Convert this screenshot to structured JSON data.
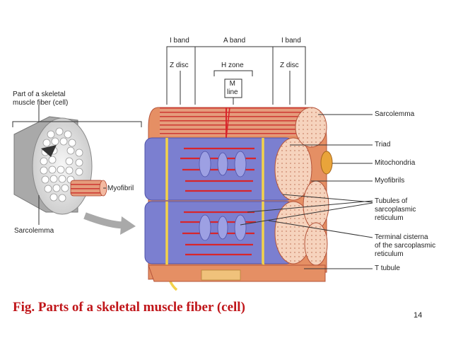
{
  "labels": {
    "i_band_left": "I band",
    "a_band": "A band",
    "i_band_right": "I band",
    "z_disc_left": "Z disc",
    "h_zone": "H zone",
    "z_disc_right": "Z disc",
    "m_line": "M\nline",
    "part_of_fiber": "Part of a skeletal\nmuscle fiber (cell)",
    "myofibril_left": "Myofibril",
    "sarcolemma_left": "Sarcolemma",
    "sarcolemma_right": "Sarcolemma",
    "triad": "Triad",
    "mitochondria": "Mitochondria",
    "myofibrils": "Myofibrils",
    "tubules": "Tubules of\nsarcoplasmic\nreticulum",
    "terminal_cisterna": "Terminal cisterna\nof the sarcoplasmic\nreticulum",
    "t_tubule": "T tubule"
  },
  "caption": "Fig. Parts of a skeletal muscle fiber (cell)",
  "page_number": "14",
  "colors": {
    "caption": "#c0161a",
    "myofibril": "#e8a07a",
    "sarcoplasmic_reticulum": "#7b7fd0",
    "t_tubule": "#f3d24a",
    "sarcolemma": "#d9804f",
    "filament_red": "#d8252b"
  }
}
